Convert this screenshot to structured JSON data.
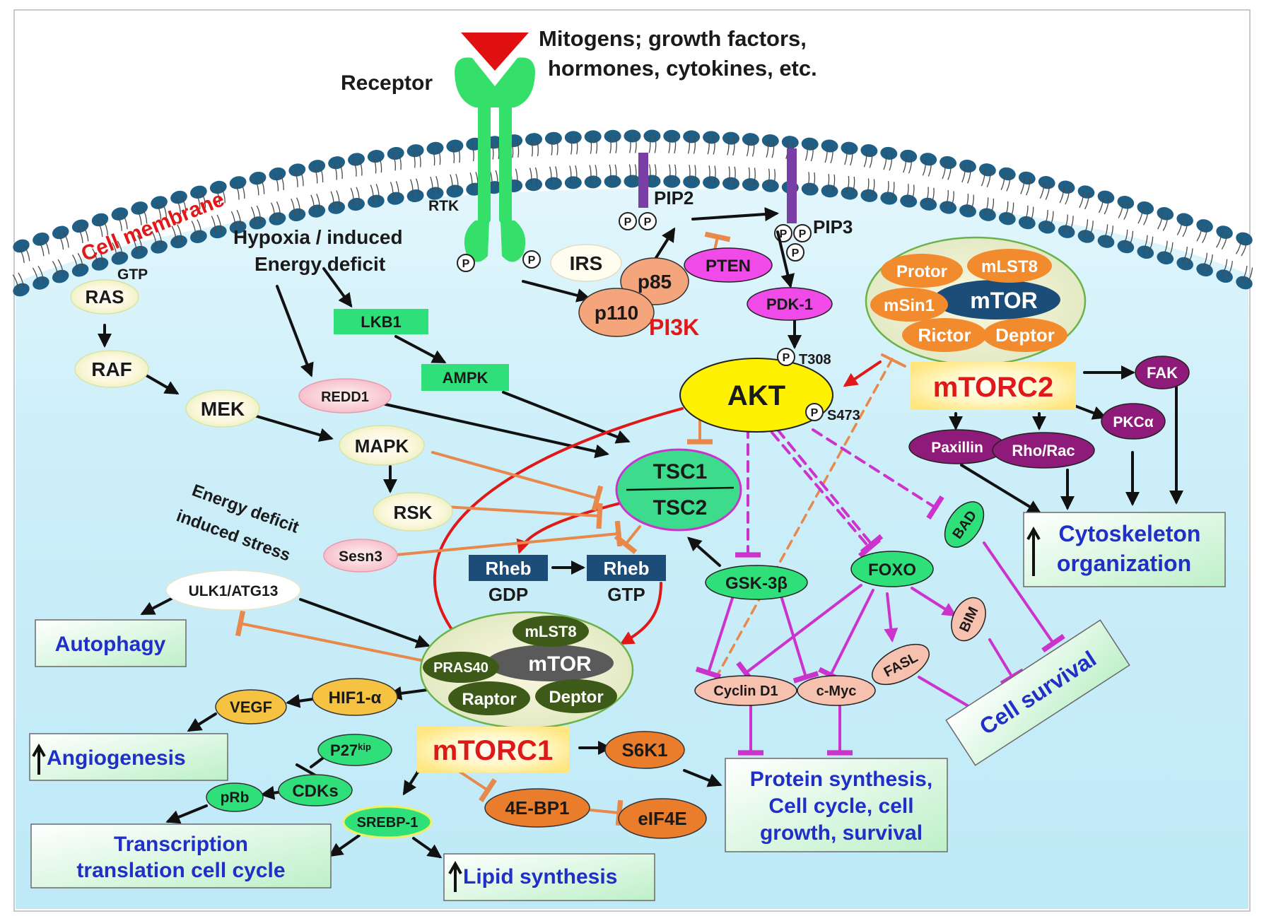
{
  "colors": {
    "cytoplasm": "#c7ecf8",
    "membrane_head": "#1f5f86",
    "receptor": "#35e06a",
    "ligand": "#e01010",
    "activation": "#111111",
    "akt_activation": "#e01818",
    "inhibition_orange": "#e8884a",
    "inhibition_magenta": "#cc33cc",
    "outcome_text": "#1f2fc8",
    "mtorc_title": "#e01818"
  },
  "icons": {
    "ligand": "ligand-triangle-icon",
    "phosphate": "phosphate-circle-icon",
    "up_arrow": "up-arrow-icon"
  },
  "labels": {
    "ligands_line1": "Mitogens; growth factors,",
    "ligands_line2": "hormones, cytokines, etc.",
    "receptor": "Receptor",
    "rtk": "RTK",
    "cell_membrane": "Cell membrane",
    "hypoxia_line1": "Hypoxia / induced",
    "hypoxia_line2": "Energy deficit",
    "energy_stress_line1": "Energy deficit",
    "energy_stress_line2": "induced stress",
    "gtp": "GTP",
    "pip2": "PIP2",
    "pip3": "PIP3",
    "pi3k": "PI3K",
    "t308": "T308",
    "s473": "S473",
    "phospho": "P",
    "rheb_gdp_sub": "GDP",
    "rheb_gtp_sub": "GTP",
    "mtorc1": "mTORC1",
    "mtorc2": "mTORC2"
  },
  "nodes": {
    "ras": "RAS",
    "raf": "RAF",
    "mek": "MEK",
    "mapk": "MAPK",
    "rsk": "RSK",
    "lkb1": "LKB1",
    "ampk": "AMPK",
    "redd1": "REDD1",
    "sesn3": "Sesn3",
    "ulk1": "ULK1/ATG13",
    "irs": "IRS",
    "p85": "p85",
    "p110": "p110",
    "pten": "PTEN",
    "pdk1": "PDK-1",
    "akt": "AKT",
    "tsc1": "TSC1",
    "tsc2": "TSC2",
    "rheb": "Rheb",
    "gsk3b": "GSK-3β",
    "foxo": "FOXO",
    "bad": "BAD",
    "bim": "BIM",
    "fasl": "FASL",
    "cyclin_d1": "Cyclin D1",
    "cmyc": "c-Myc",
    "hif1a": "HIF1-α",
    "vegf": "VEGF",
    "p27": "P27",
    "p27_sup": "kip",
    "cdks": "CDKs",
    "prb": "pRb",
    "srebp1": "SREBP-1",
    "ebp1": "4E-BP1",
    "eif4e": "eIF4E",
    "s6k1": "S6K1",
    "fak": "FAK",
    "paxillin": "Paxillin",
    "rhorac": "Rho/Rac",
    "pkca": "PKCα"
  },
  "mtorc1_complex": {
    "mlst8": "mLST8",
    "mtor": "mTOR",
    "pras40": "PRAS40",
    "raptor": "Raptor",
    "deptor": "Deptor"
  },
  "mtorc2_complex": {
    "protor": "Protor",
    "mlst8": "mLST8",
    "msin1": "mSin1",
    "mtor": "mTOR",
    "rictor": "Rictor",
    "deptor": "Deptor"
  },
  "outcomes": {
    "autophagy": "Autophagy",
    "angiogenesis": "Angiogenesis",
    "transcription_line1": "Transcription",
    "transcription_line2": "translation cell cycle",
    "lipid": "Lipid synthesis",
    "protein_line1": "Protein synthesis,",
    "protein_line2": "Cell cycle, cell",
    "protein_line3": "growth, survival",
    "cell_survival": "Cell survival",
    "cyto_line1": "Cytoskeleton",
    "cyto_line2": "organization"
  }
}
